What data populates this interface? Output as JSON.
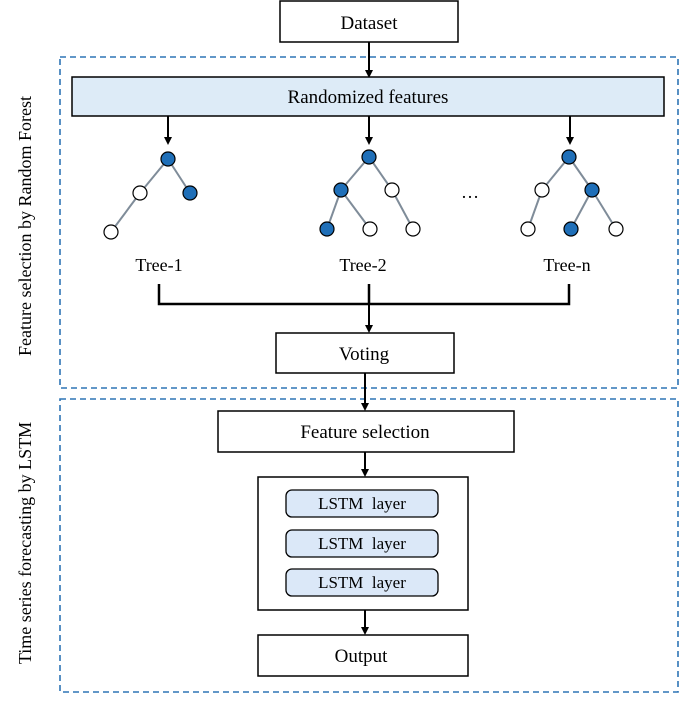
{
  "dataset_label": "Dataset",
  "randomized_features_label": "Randomized features",
  "trees": [
    {
      "label": "Tree-1"
    },
    {
      "label": "Tree-2"
    },
    {
      "label": "Tree-n"
    }
  ],
  "ellipsis": "…",
  "voting_label": "Voting",
  "feature_selection_label": "Feature selection",
  "lstm_layers": [
    "LSTM  layer",
    "LSTM  layer",
    "LSTM  layer"
  ],
  "output_label": "Output",
  "sections": {
    "random_forest": "Feature selection by Random Forest",
    "lstm": "Time series forecasting by LSTM"
  },
  "colors": {
    "filled_node": "#1f6fb8",
    "edge": "#7f8c99",
    "dashed_border": "#2e75b6",
    "feature_bar": "#ddebf7",
    "lstm_fill": "#dbe8f8"
  }
}
